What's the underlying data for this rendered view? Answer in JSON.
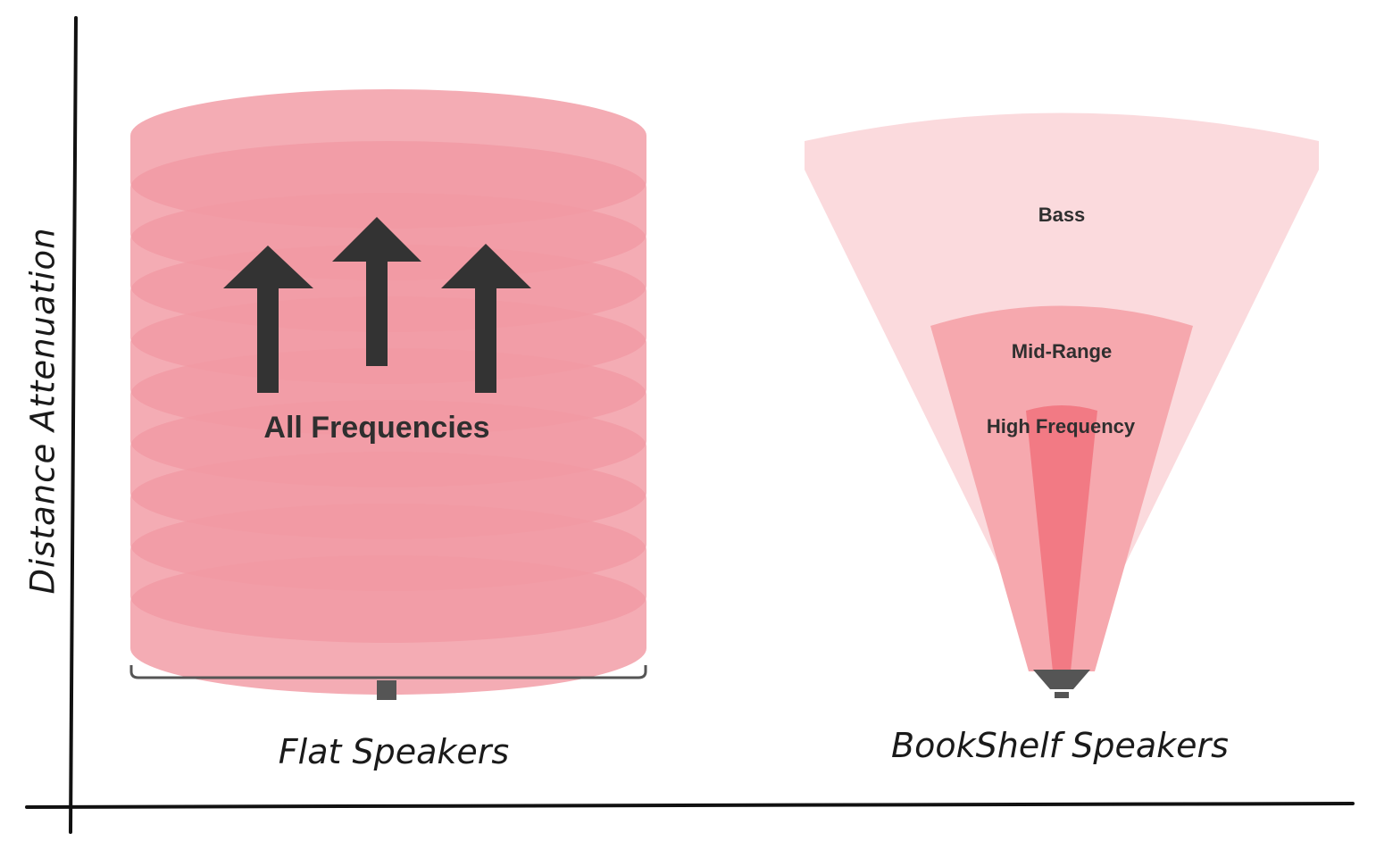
{
  "axes": {
    "y_label": "Distance Attenuation"
  },
  "flat_speakers": {
    "label": "Flat Speakers",
    "center_label": "All Frequencies",
    "arrow_count": 3
  },
  "bookshelf_speakers": {
    "label": "BookShelf Speakers",
    "bands": {
      "bass": "Bass",
      "mid": "Mid-Range",
      "high": "High Frequency"
    }
  },
  "colors": {
    "disc": "#f29aa3",
    "disc_overlap": "#f07680",
    "arrow": "#333333",
    "bass_cone": "#fbdadd",
    "mid_cone": "#f6a8ae",
    "high_cone": "#f27a84",
    "axis": "#111111",
    "speaker": "#555555"
  }
}
